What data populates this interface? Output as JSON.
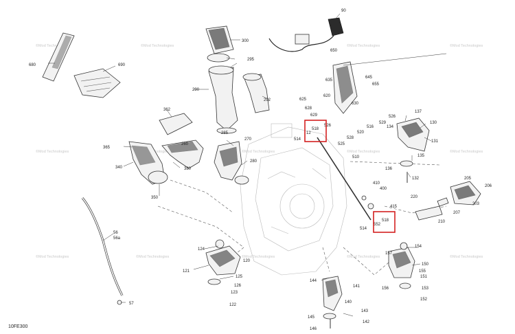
{
  "diagram_code": "10FE300",
  "watermark": "©Mod Technologies",
  "callouts": [
    "90",
    "300",
    "650",
    "295",
    "680",
    "690",
    "635",
    "645",
    "655",
    "290",
    "292",
    "620",
    "630",
    "625",
    "526",
    "628",
    "629",
    "137",
    "362",
    "518",
    "526",
    "516",
    "529",
    "134",
    "130",
    "12",
    "520",
    "285",
    "270",
    "514",
    "525",
    "528",
    "131",
    "365",
    "260",
    "510",
    "135",
    "340",
    "380",
    "136",
    "280",
    "132",
    "205",
    "410",
    "400",
    "206",
    "350",
    "220",
    "415",
    "203",
    "56",
    "56a",
    "514",
    "518",
    "552",
    "207",
    "210",
    "124",
    "154",
    "157",
    "150",
    "120",
    "121",
    "125",
    "126",
    "144",
    "141",
    "151",
    "155",
    "123",
    "156",
    "153",
    "140",
    "122",
    "152",
    "57",
    "143",
    "145",
    "142",
    "146"
  ],
  "highlight_color": "#d41f1f"
}
